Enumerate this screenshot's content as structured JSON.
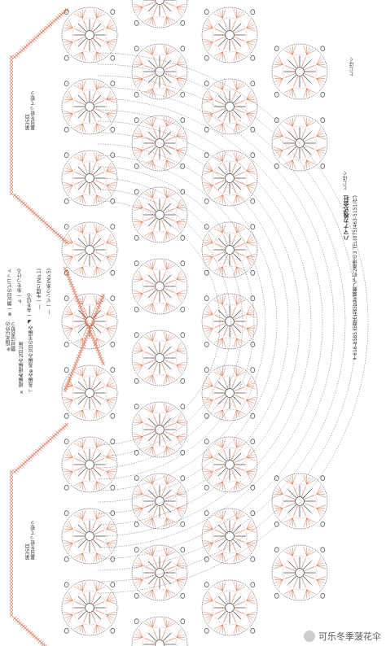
{
  "notes": {
    "row35_top": "第35目\n裏目を拾って拾う",
    "row35_bottom": "第35目\n裏目を拾って拾う",
    "join_top": "とじはぐ",
    "join_bottom": "とじはぐ"
  },
  "legend": {
    "asterisk_note": "※指定以外の\n鎖目は表拾う",
    "items": [
      "× 細編み",
      "∧ 細編み2目1度",
      "⊤ 長編み",
      "⊕ 長編み3目の玉編み",
      "⊗ 一鎖3目のピコット",
      "⊿ 一糸をつける",
      "◢ 一糸を切る",
      "— 一生成り(No.1)",
      "— 一ピンク系(No.5)"
    ]
  },
  "publisher": {
    "name": "ハマナカ株式会社",
    "address": "〒616-8585  京都市右京区花園薮ノ下町2番地の3  TEL(075)463-5151(代)"
  },
  "watermark": "可乐冬季菠花伞",
  "colors": {
    "black_yarn": "#222222",
    "pink_yarn": "#d9714f",
    "background": "#ffffff"
  }
}
